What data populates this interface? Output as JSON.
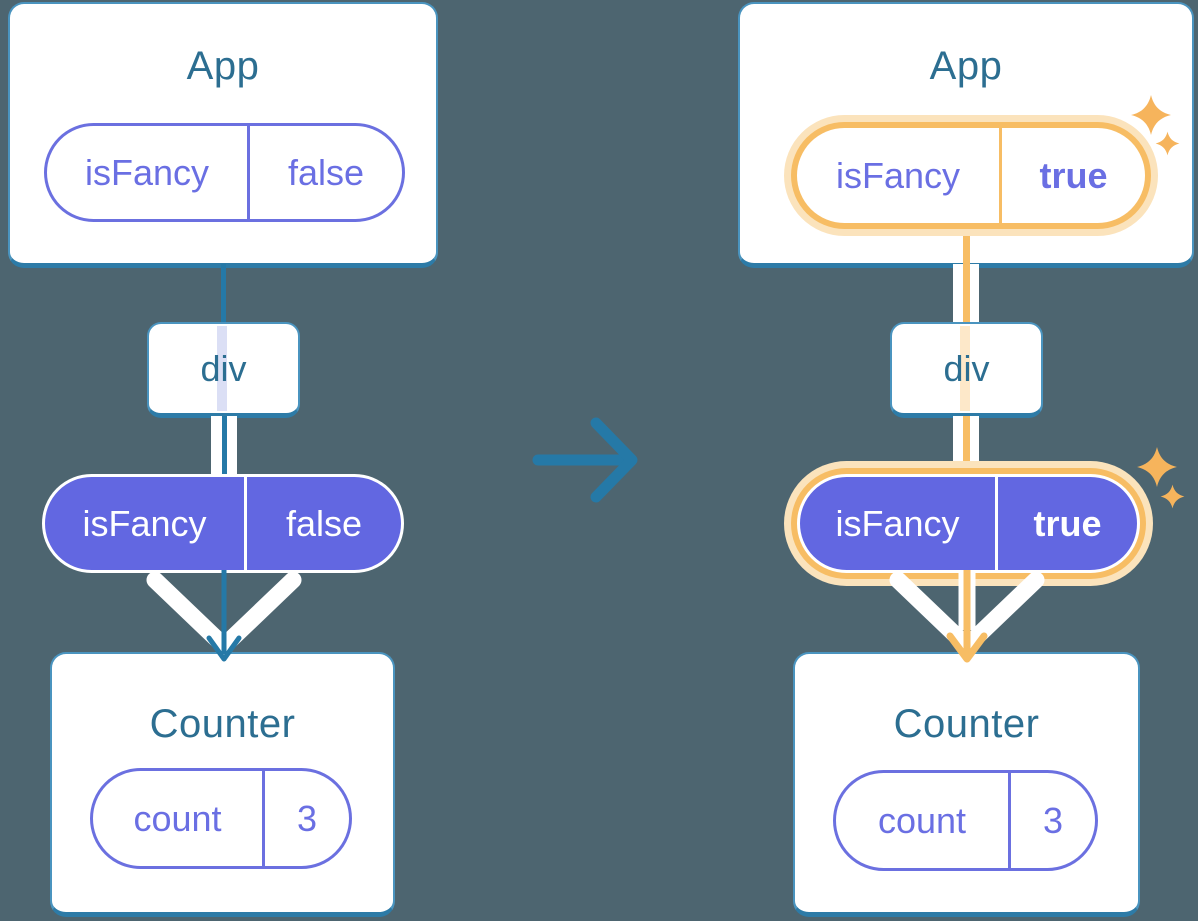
{
  "diagram": {
    "description": "Prop passing tree diagram, before and after state change",
    "before": {
      "app": {
        "title": "App",
        "prop_name": "isFancy",
        "prop_value": "false"
      },
      "div_label": "div",
      "passed_prop_name": "isFancy",
      "passed_prop_value": "false",
      "counter": {
        "title": "Counter",
        "state_name": "count",
        "state_value": "3"
      }
    },
    "after": {
      "app": {
        "title": "App",
        "prop_name": "isFancy",
        "prop_value": "true"
      },
      "div_label": "div",
      "passed_prop_name": "isFancy",
      "passed_prop_value": "true",
      "counter": {
        "title": "Counter",
        "state_name": "count",
        "state_value": "3"
      }
    },
    "icons": {
      "transition_arrow": "right-arrow",
      "flow_arrow": "down-arrow",
      "highlight": "sparkle"
    },
    "colors": {
      "background": "#4d6570",
      "card_border_bottom": "#2d7ba7",
      "heading_blue": "#2c6e91",
      "purple_fill": "#6267e1",
      "purple_outline": "#6b70e0",
      "arrow_blue": "#2579a7",
      "highlight_orange": "#f7bd64",
      "highlight_orange_light": "#fbe3bc",
      "sparkle_orange": "#f6b45c",
      "ghost_lavender": "#dbdff5",
      "ghost_peach": "#fde8c9"
    }
  }
}
